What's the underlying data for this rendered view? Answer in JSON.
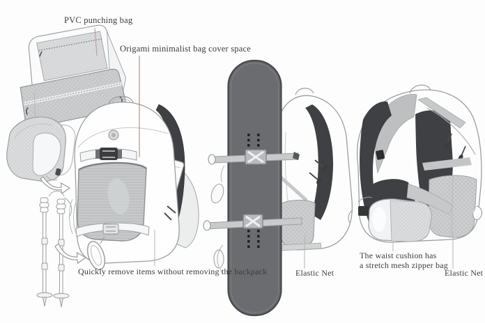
{
  "diagram": {
    "title_context": "Backpack feature diagram",
    "annotations": {
      "pvc_bag": "PVC punching bag",
      "origami": "Origami minimalist bag cover space",
      "quick_remove": "Quickly remove items without removing the backpack",
      "elastic_net_left": "Elastic Net",
      "waist_cushion_line1": "The waist cushion has",
      "waist_cushion_line2": "a stretch mesh zipper bag",
      "elastic_net_right": "Elastic Net"
    },
    "illustrations": [
      {
        "name": "pvc-punching-bag-illustration",
        "meaning": "open clamshell pouch with PVC mesh panels and zippers"
      },
      {
        "name": "helmet-illustration",
        "meaning": "helmet with mesh cover"
      },
      {
        "name": "trekking-poles-illustration",
        "meaning": "pair of trekking poles"
      },
      {
        "name": "front-backpack-illustration",
        "meaning": "backpack front view, elastic mesh pocket, item pulled from side pocket"
      },
      {
        "name": "snowboard-carry-illustration",
        "meaning": "snowboard strapped to backpack with X buckles"
      },
      {
        "name": "rear-backpack-illustration",
        "meaning": "backpack rear view with waist cushion and elastic net"
      },
      {
        "name": "arrow-icon",
        "meaning": "curved pointer arrows"
      }
    ],
    "colors": {
      "background": "#fdfdfd",
      "outline": "#9b9da0",
      "dark_strap": "#3e4043",
      "snowboard": "#6a6c6f",
      "mesh_fill": "#cfd1d3",
      "leader_accent": "#a87c72",
      "leader_gray": "#b8b3af",
      "text": "#3e3c3a"
    }
  }
}
